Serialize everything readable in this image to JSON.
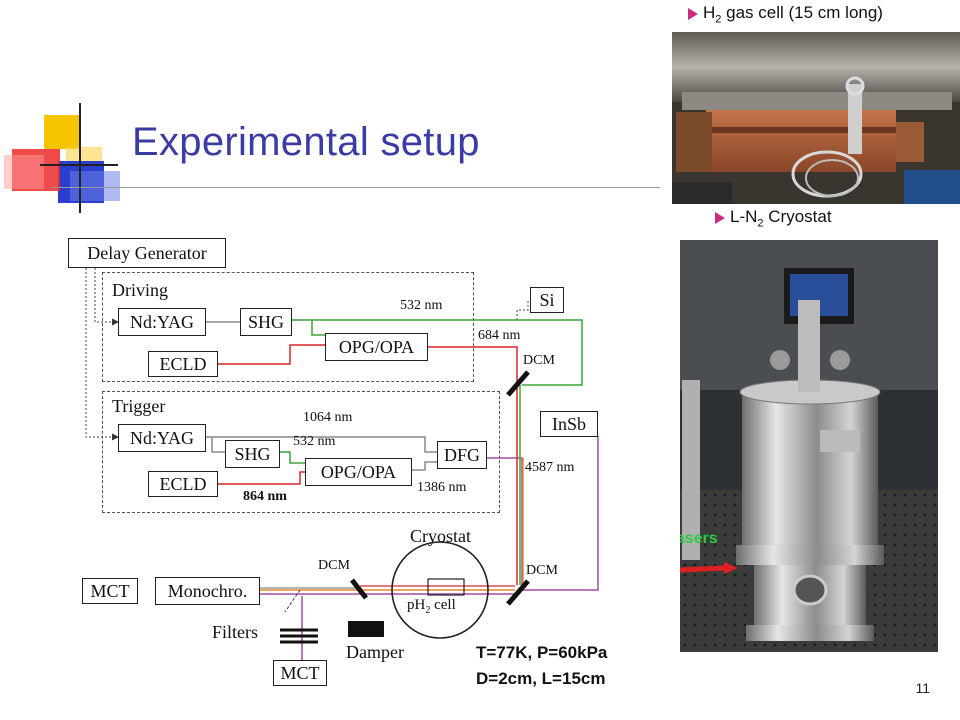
{
  "slide": {
    "title": "Experimental setup",
    "page_number": "11"
  },
  "diagram": {
    "delay_generator": "Delay Generator",
    "driving_group": "Driving",
    "trigger_group": "Trigger",
    "nd_yag_driving": "Nd:YAG",
    "shg_driving": "SHG",
    "opg_opa_driving": "OPG/OPA",
    "ecld_driving": "ECLD",
    "nd_yag_trigger": "Nd:YAG",
    "shg_trigger": "SHG",
    "opg_opa_trigger": "OPG/OPA",
    "ecld_trigger": "ECLD",
    "dfg": "DFG",
    "si_detector": "Si",
    "insb_detector": "InSb",
    "mct_left": "MCT",
    "monochromator": "Monochro.",
    "mct_bottom": "MCT",
    "filters": "Filters",
    "damper": "Damper",
    "cryostat": "Cryostat",
    "dcm_top": "DCM",
    "dcm_left": "DCM",
    "dcm_right": "DCM",
    "wl_532_driving": "532 nm",
    "wl_684": "684 nm",
    "wl_1064": "1064 nm",
    "wl_532_trigger": "532 nm",
    "wl_4587": "4587 nm",
    "wl_1386": "1386 nm",
    "wl_864": "864 nm",
    "cell_prefix": "pH",
    "cell_sub": "2",
    "cell_suffix": " cell"
  },
  "conditions": {
    "line1": "T=77K, P=60kPa",
    "line2": "D=2cm, L=15cm"
  },
  "photos": {
    "gas_cell_prefix": "H",
    "gas_cell_sub": "2",
    "gas_cell_suffix": " gas cell (15 cm long)",
    "cryostat_prefix": "L-N",
    "cryostat_sub": "2",
    "cryostat_suffix": " Cryostat",
    "lasers_label": "Lasers"
  },
  "colors": {
    "title": "#3b3ba6",
    "green_beam": "#3aa63a",
    "red_beam": "#d8262a",
    "gray_beam": "#8a8a8a",
    "purple_beam": "#a64aa6",
    "orange_beam": "#e08a2a",
    "caption_arrow": "#cc2c7f",
    "lasers_label": "#2ecc40"
  }
}
